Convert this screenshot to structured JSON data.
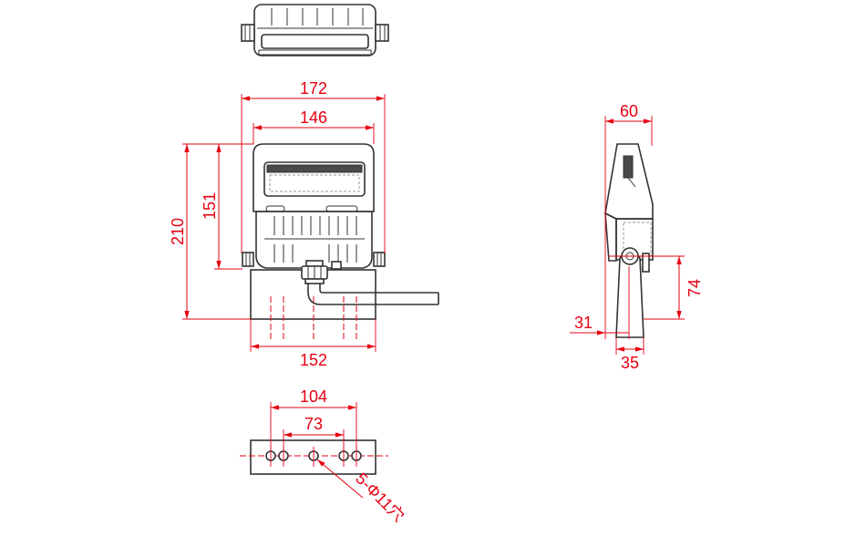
{
  "dimensions": {
    "front_overall_width": "172",
    "front_body_width": "146",
    "front_body_height": "151",
    "front_overall_height": "210",
    "bracket_width": "152",
    "hole_outer_pitch": "104",
    "hole_inner_pitch": "73",
    "hole_spec": "5-Φ11穴",
    "side_depth": "60",
    "pivot_height": "74",
    "pivot_offset": "31",
    "bracket_depth": "35"
  },
  "colors": {
    "dimension": "#e60012",
    "outline": "#333333"
  }
}
